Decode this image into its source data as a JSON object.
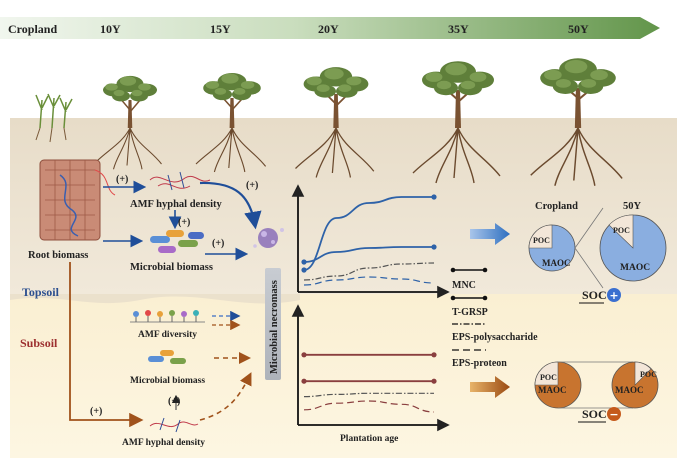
{
  "timeline": {
    "stages": [
      "Cropland",
      "10Y",
      "15Y",
      "20Y",
      "35Y",
      "50Y"
    ]
  },
  "topsoil": {
    "layer_label": "Topsoil",
    "root_biomass": "Root biomass",
    "amf_hyphal_density": "AMF hyphal density",
    "microbial_biomass": "Microbial biomass",
    "plus": "(+)"
  },
  "subsoil": {
    "layer_label": "Subsoil",
    "amf_diversity": "AMF diversity",
    "microbial_biomass": "Microbial biomass",
    "amf_hyphal_density": "AMF hyphal density",
    "plus": "(+)"
  },
  "necromass_label": "Microbial necromass",
  "plot": {
    "xlabel": "Plantation age"
  },
  "legend": {
    "items": [
      "MNC",
      "T-GRSP",
      "EPS-polysaccharide",
      "EPS-proteon"
    ]
  },
  "soc_pies": {
    "headers": [
      "Cropland",
      "50Y"
    ],
    "poc_label": "POC",
    "maoc_label": "MAOC",
    "soc_label": "SOC",
    "topsoil_sign": "+",
    "subsoil_sign": "−",
    "colors": {
      "topsoil_maoc": "#8aaee0",
      "subsoil_maoc": "#c8742f",
      "poc": "#f3e6d8"
    }
  },
  "chart_data": [
    {
      "type": "line",
      "panel": "topsoil",
      "xlabel": "Plantation age",
      "ylabel": "Microbial necromass",
      "series": [
        {
          "name": "MNC",
          "values": [
            0.2,
            0.72,
            0.87,
            0.93,
            0.93
          ],
          "style": "solid",
          "markers": true,
          "color": "#2e62a8"
        },
        {
          "name": "T-GRSP",
          "values": [
            0.28,
            0.38,
            0.42,
            0.43,
            0.43
          ],
          "style": "solid",
          "markers": true,
          "color": "#2e62a8"
        },
        {
          "name": "EPS-polysaccharide",
          "values": [
            0.1,
            0.14,
            0.22,
            0.26,
            0.27
          ],
          "style": "dash-dot",
          "markers": false,
          "color": "#555"
        },
        {
          "name": "EPS-proteon",
          "values": [
            0.05,
            0.1,
            0.13,
            0.11,
            0.07
          ],
          "style": "dash",
          "markers": false,
          "color": "#2e62a8"
        }
      ]
    },
    {
      "type": "line",
      "panel": "subsoil",
      "xlabel": "Plantation age",
      "ylabel": "Microbial necromass",
      "series": [
        {
          "name": "MNC",
          "values": [
            0.62,
            0.62,
            0.62,
            0.62,
            0.62
          ],
          "style": "solid",
          "markers": true,
          "color": "#8a3f3f"
        },
        {
          "name": "T-GRSP",
          "values": [
            0.38,
            0.38,
            0.38,
            0.38,
            0.38
          ],
          "style": "solid",
          "markers": true,
          "color": "#8a3f3f"
        },
        {
          "name": "EPS-polysaccharide",
          "values": [
            0.24,
            0.26,
            0.27,
            0.27,
            0.27
          ],
          "style": "dash-dot",
          "markers": false,
          "color": "#555"
        },
        {
          "name": "EPS-proteon",
          "values": [
            0.12,
            0.18,
            0.2,
            0.17,
            0.1
          ],
          "style": "dash",
          "markers": false,
          "color": "#8a3f3f"
        }
      ]
    }
  ]
}
